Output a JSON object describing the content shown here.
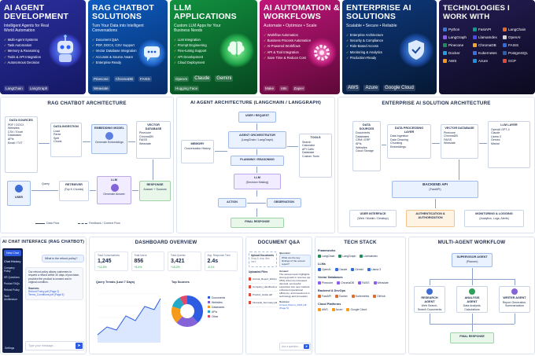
{
  "cards": [
    {
      "title": "AI AGENT DEVELOPMENT",
      "sub": "Intelligent Agents for Real World Automation",
      "items": [
        "Multi-Agent Systems",
        "Task Automation",
        "Memory & Reasoning",
        "Tools & API Integration",
        "Autonomous Decision"
      ],
      "logos": [
        "LangChain",
        "LangGraph"
      ],
      "color": "#2a2f9e",
      "color2": "#1a1d6e"
    },
    {
      "title": "RAG CHATBOT SOLUTIONS",
      "sub": "Turn Your Data into Intelligent Conversations",
      "items": [
        "Document Q&A",
        "PDF, DOCX, CSV Support",
        "Vector Database Integration",
        "Accurate & Source Aware",
        "Enterprise Ready"
      ],
      "logos": [
        "Pinecone",
        "ChromaDB",
        "FAISS",
        "Weaviate"
      ],
      "color": "#0d4fa8",
      "color2": "#082f6e"
    },
    {
      "title": "LLM APPLICATIONS",
      "sub": "Custom LLM Apps for Your Business Needs",
      "items": [
        "LLM Integration",
        "Prompt Engineering",
        "Fine-tuning Support",
        "API Development",
        "Cloud Deployment"
      ],
      "logos": [
        "OpenAI",
        "Claude",
        "Gemini",
        "Hugging Face"
      ],
      "color": "#0e7a3c",
      "color2": "#074d24"
    },
    {
      "title": "AI AUTOMATION & WORKFLOWS",
      "sub": "Automate • Optimize • Scale",
      "items": [
        "Workflow Automation",
        "Business Process Automation",
        "AI-Powered Workflows",
        "API & Tool Integration",
        "Save Time & Reduce Cost"
      ],
      "logos": [
        "Make",
        "n8n",
        "Zapier"
      ],
      "color": "#b0126a",
      "color2": "#6e0a44"
    },
    {
      "title": "ENTERPRISE AI SOLUTIONS",
      "sub": "Scalable • Secure • Reliable",
      "items": [
        "Enterprise Architecture",
        "Security & Compliance",
        "Role-Based Access",
        "Monitoring & Analytics",
        "Production-Ready"
      ],
      "logos": [
        "AWS",
        "Azure",
        "Google Cloud"
      ],
      "color": "#0b2f66",
      "color2": "#061a3c"
    },
    {
      "title": "TECHNOLOGIES I WORK WITH",
      "sub": "",
      "items": [],
      "logos": [],
      "color": "#1a1640",
      "color2": "#0d0b22"
    }
  ],
  "tech_grid": [
    "Python",
    "FastAPI",
    "LangChain",
    "LangGraph",
    "LlamaIndex",
    "OpenAI",
    "Pinecone",
    "ChromaDB",
    "FAISS",
    "Docker",
    "Kubernetes",
    "PostgreSQL",
    "AWS",
    "Azure",
    "GCP"
  ],
  "rag": {
    "title": "RAG CHATBOT ARCHITECTURE",
    "sources_title": "DATA SOURCES",
    "sources": [
      "PDF / DOCX",
      "Websites",
      "CSV / Excel",
      "Databases",
      "APIs",
      "Email / TXT"
    ],
    "ingestion_title": "DATA INGESTION",
    "ingestion": [
      "Load",
      "Parse",
      "Split",
      "Chunk"
    ],
    "embed_title": "EMBEDDING MODEL",
    "embed_text": "Generate Embeddings",
    "vector_title": "VECTOR DATABASE",
    "vector": [
      "Pinecone",
      "ChromaDB",
      "FAISS",
      "Weaviate"
    ],
    "user": "USER",
    "query": "Query",
    "retriever_title": "RETRIEVER",
    "retriever_text": "(Top K Chunks)",
    "llm_title": "LLM",
    "llm_text": "Generate Answer",
    "response_title": "RESPONSE",
    "response_text": "Answer + Sources",
    "legend1": "Data Flow",
    "legend2": "Feedback / Context Flow"
  },
  "agent": {
    "title": "AI AGENT ARCHITECTURE (LANGCHAIN / LANGGRAPH)",
    "user": "USER / REQUEST",
    "memory_title": "MEMORY",
    "memory": [
      "Conversation History"
    ],
    "orch_title": "AGENT ORCHESTRATOR",
    "orch_text": "(LangChain / LangGraph)",
    "tools_title": "TOOLS",
    "tools": [
      "Search",
      "Calculator",
      "API Calls",
      "Database",
      "Custom Tools"
    ],
    "plan": "PLANNING / REASONING",
    "llm_title": "LLM",
    "llm_text": "(Decision Making)",
    "action": "ACTION",
    "observation": "OBSERVATION",
    "final": "FINAL RESPONSE"
  },
  "enterprise": {
    "title": "ENTERPRISE AI SOLUTION ARCHITECTURE",
    "sources_title": "DATA SOURCES",
    "sources": [
      "Documents",
      "Databases",
      "CRM / ERP",
      "APIs",
      "Websites",
      "Cloud Storage"
    ],
    "proc_title": "DATA PROCESSING LAYER",
    "proc": [
      "Data Ingestion",
      "Data Cleaning",
      "Chunking",
      "Embeddings"
    ],
    "vector_title": "VECTOR DATABASE",
    "vector": [
      "Pinecone",
      "ChromaDB",
      "FAISS",
      "Weaviate"
    ],
    "llm_title": "LLM LAYER",
    "llm": [
      "OpenAI GPT-4",
      "Claude",
      "Llama 3",
      "Gemini",
      "Mistral"
    ],
    "backend_title": "BACKEND API",
    "backend_text": "(FastAPI)",
    "ui_title": "USER INTERFACE",
    "ui_text": "(Web / Mobile / Desktop)",
    "auth_title": "AUTHENTICATION & AUTHORIZATION",
    "mon_title": "MONITORING & LOGGING",
    "mon_text": "(Analytics, Logs, Alerts)"
  },
  "chat": {
    "title": "AI CHAT INTERFACE (RAG CHATBOT)",
    "new_chat": "New Chat",
    "history_title": "Chat History",
    "history": [
      "Company Policy",
      "HR Questions",
      "Product FAQs",
      "Refund Policy",
      "Tech Architecture"
    ],
    "settings": "Settings",
    "question": "What is the refund policy?",
    "answer": "Our refund policy allows customers to request a refund within 30 days of purchase, provided the product is unused and in original condition.",
    "sources_label": "Sources:",
    "sources": [
      "Refund Policy.pdf (Page 2)",
      "Terms_Conditions.pdf (Page 5)"
    ],
    "placeholder": "Type your message..."
  },
  "dashboard": {
    "title": "DASHBOARD OVERVIEW",
    "kpis": [
      {
        "label": "Total Conversations",
        "value": "1,245",
        "delta": "+12.5%"
      },
      {
        "label": "Total Users",
        "value": "856",
        "delta": "+8.3%"
      },
      {
        "label": "Total Queries",
        "value": "3,421",
        "delta": "+15.2%"
      },
      {
        "label": "Avg. Response Time",
        "value": "2.4s",
        "delta": "-8.1%"
      }
    ],
    "trend_title": "Query Trends (Last 7 Days)",
    "sources_title": "Top Sources",
    "donut_legend": [
      "Documents",
      "Websites",
      "Databases",
      "APIs",
      "Other"
    ]
  },
  "docqa": {
    "title": "DOCUMENT Q&A",
    "uploaded_title": "Upload Documents",
    "uploaded_hint": "Drag & drop files here",
    "files_title": "Uploaded Files",
    "files": [
      "Annual_Report_2023.pdf",
      "Company_Handbook.pdf",
      "Product_Guide.pdf",
      "Financial_Summary.pdf"
    ],
    "question_label": "Question:",
    "question": "What are the key findings of the annual report?",
    "answer_label": "Answer:",
    "answer": "The annual report highlights strong growth in revenue (up 25%) driven by increased demand, successful expansion into new markets, enhanced operational efficiency, and investment in technology and innovation.",
    "sources_label": "Sources:",
    "sources": "Annual_Report_2023.pdf (Page 5)",
    "placeholder": "Ask a question..."
  },
  "techstack": {
    "title": "TECH STACK",
    "groups": [
      {
        "name": "Frameworks",
        "items": [
          "LangChain",
          "LangGraph",
          "LlamaIndex"
        ]
      },
      {
        "name": "LLMs",
        "items": [
          "OpenAI",
          "Claude",
          "Gemini",
          "Llama 3"
        ]
      },
      {
        "name": "Vector Databases",
        "items": [
          "Pinecone",
          "ChromaDB",
          "FAISS",
          "Weaviate"
        ]
      },
      {
        "name": "Backend & DevOps",
        "items": [
          "FastAPI",
          "Docker",
          "Kubernetes",
          "GitHub"
        ]
      },
      {
        "name": "Cloud Platforms",
        "items": [
          "AWS",
          "Azure",
          "Google Cloud"
        ]
      }
    ]
  },
  "multiagent": {
    "title": "MULTI-AGENT WORKFLOW",
    "supervisor": "SUPERVISOR AGENT",
    "supervisor_sub": "(Planner)",
    "agents": [
      {
        "name": "RESEARCH AGENT",
        "text": "Web Search, Search Documents"
      },
      {
        "name": "ANALYSIS AGENT",
        "text": "Data Analysis, Calculations"
      },
      {
        "name": "WRITER AGENT",
        "text": "Report Generation, Summarization"
      }
    ],
    "final": "FINAL RESPONSE"
  }
}
